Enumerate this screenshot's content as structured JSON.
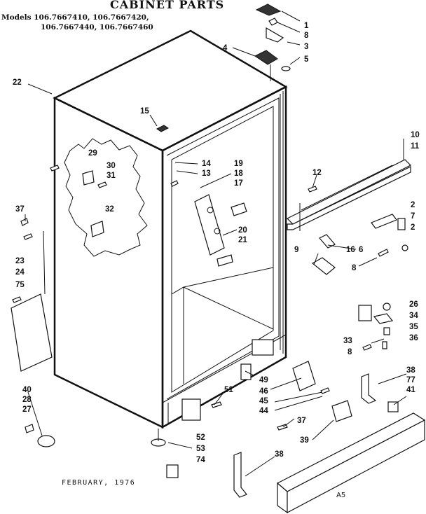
{
  "title": "CABINET PARTS",
  "models_line1": "Models 106.7667410, 106.7667420,",
  "models_line2": "106.7667440, 106.7667460",
  "date": "FEBRUARY, 1976",
  "page_code": "A5",
  "callouts": {
    "c1": "1",
    "c8a": "8",
    "c3": "3",
    "c4": "4",
    "c5": "5",
    "c22": "22",
    "c15": "15",
    "c10": "10",
    "c11": "11",
    "c12": "12",
    "c29": "29",
    "c30": "30",
    "c31": "31",
    "c32": "32",
    "c14": "14",
    "c13": "13",
    "c19": "19",
    "c18": "18",
    "c17": "17",
    "c20": "20",
    "c21": "21",
    "c37a": "37",
    "c23": "23",
    "c24": "24",
    "c75": "75",
    "c2a": "2",
    "c7": "7",
    "c2b": "2",
    "c6": "6",
    "c16": "16",
    "c9": "9",
    "c8b": "8",
    "c26": "26",
    "c34": "34",
    "c35": "35",
    "c36": "36",
    "c33": "33",
    "c8c": "8",
    "c40": "40",
    "c28": "28",
    "c27": "27",
    "c49": "49",
    "c46": "46",
    "c45": "45",
    "c44": "44",
    "c51": "51",
    "c52": "52",
    "c53": "53",
    "c74": "74",
    "c38a": "38",
    "c77": "77",
    "c41": "41",
    "c37b": "37",
    "c39": "39",
    "c38b": "38"
  }
}
